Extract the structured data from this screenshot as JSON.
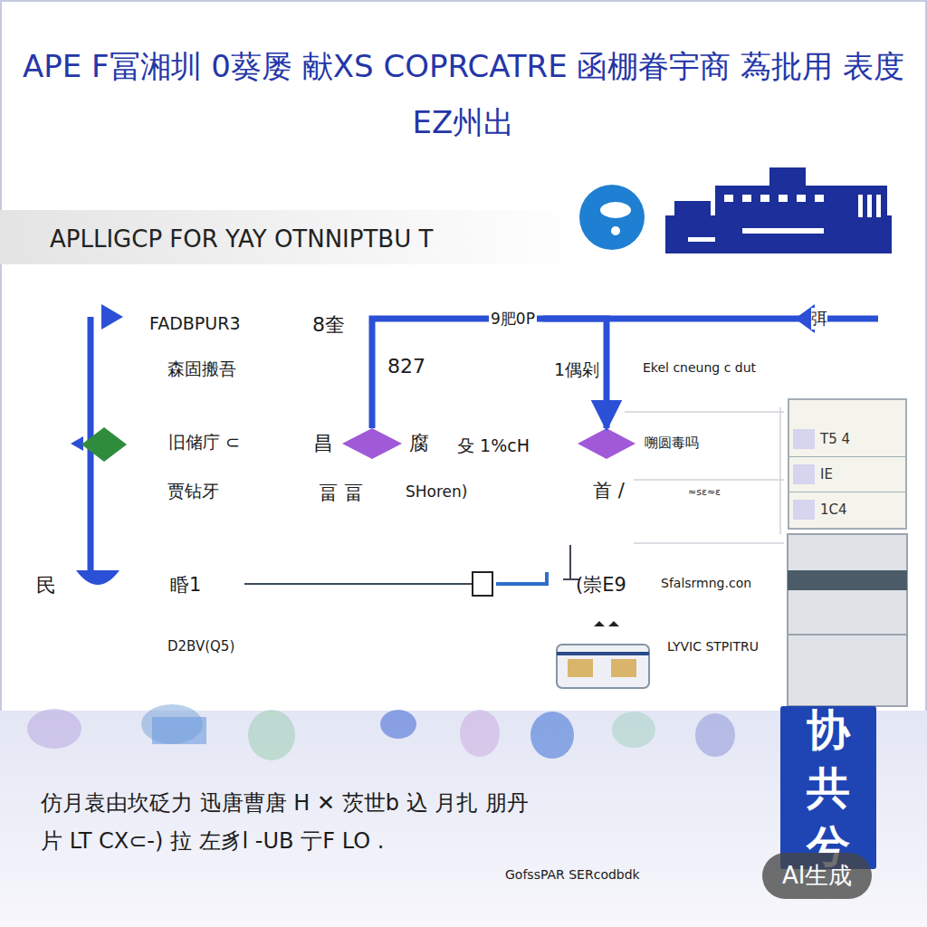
{
  "diagram": {
    "title": "APE F冨湘圳 0葵屡 献XS COPRCATRE 函棚眷宇商 蒍批用 表度EZ州出",
    "caption": "仿月袁由坎砭力 迅唐曹唐 H ✕ 茨世b 込 月扎 朋丹片 LT CX⊂-) 拉 左豸l -UB 亍F LO .",
    "nodes": [
      {
        "text": [
          "旧储庁 ⊂"
        ]
      },
      {
        "text": [
          "昌",
          "腐"
        ]
      },
      {
        "text": [
          "嗍圆毒吗"
        ]
      },
      {
        "text": [
          "T5 4",
          "IE",
          "1C4"
        ]
      },
      {
        "text": [
          "协 共兮"
        ]
      }
    ],
    "edges": [
      {
        "from": 1,
        "to": 2,
        "label": "9肥0P",
        "arrow": "to"
      }
    ],
    "labels": [
      "APLLIGCP FOR YAY OTNNIPTBU T",
      "FADBPUR3",
      "8奎",
      "弭",
      "森固搬吾",
      "827",
      "1偶剁",
      "Ekel cneung c dut",
      "殳 1%cH",
      "畐 畐",
      "SHoren)",
      "首 /",
      "≈sε≈ε",
      "贾钻牙",
      "民",
      "睧1",
      "D2BV(Q5)",
      "(崇E9",
      "Sfalsrmng.con",
      "LYVIC STPITRU",
      "GofssPAR SERcodbdk",
      "AI生成"
    ]
  }
}
